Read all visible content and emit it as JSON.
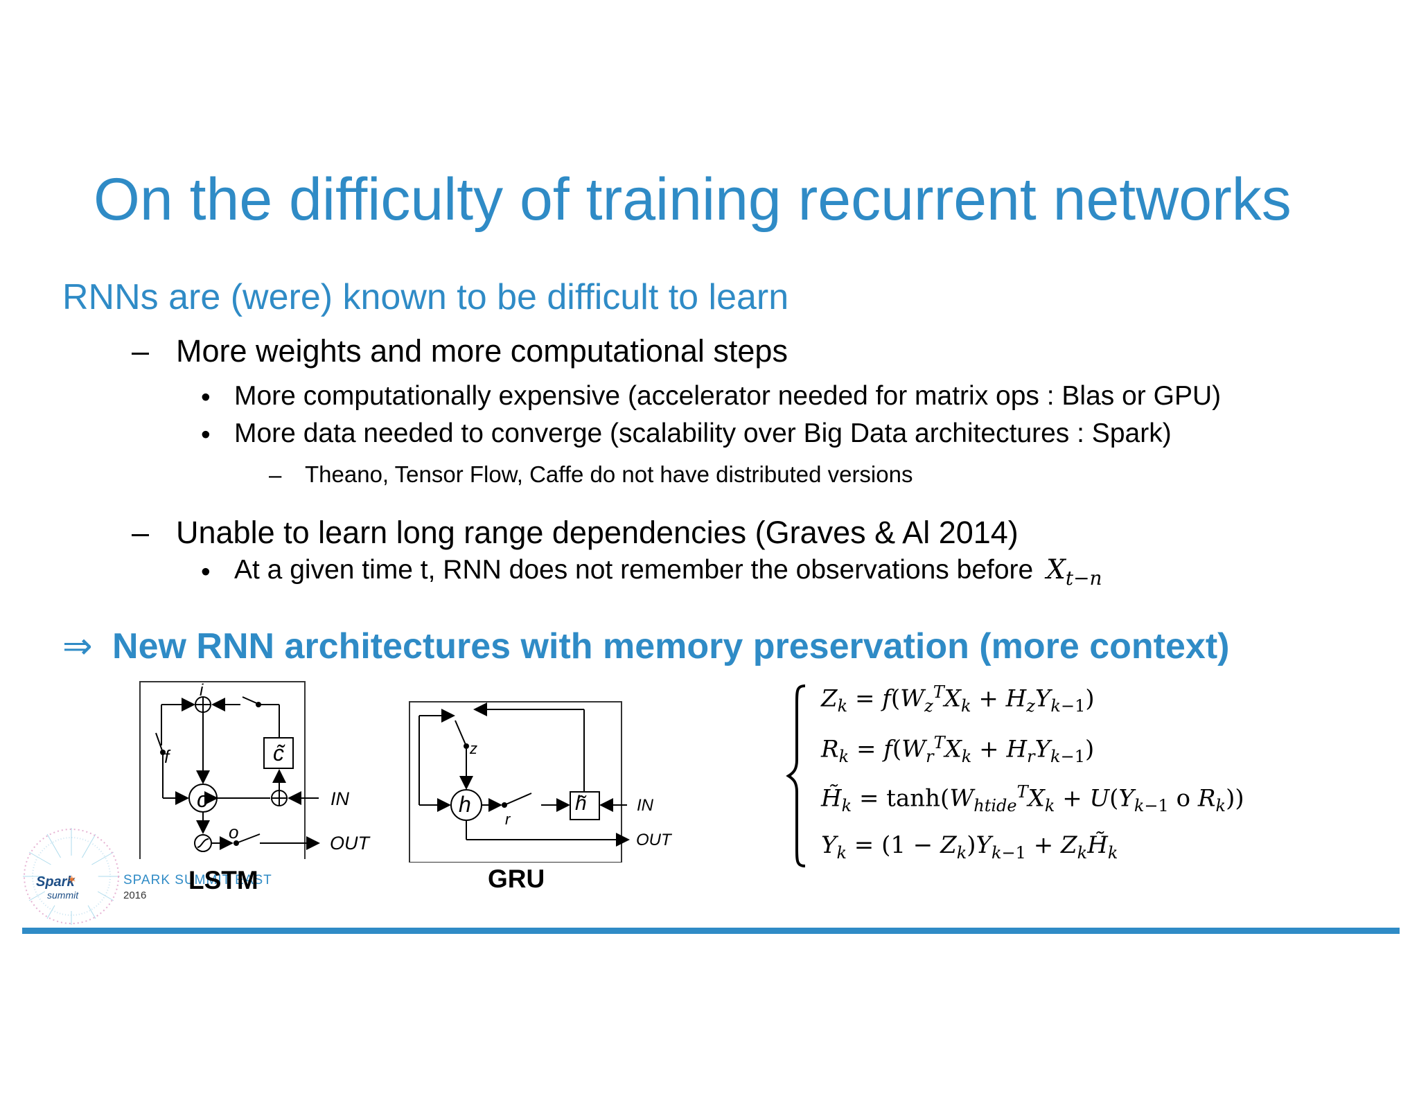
{
  "slide": {
    "title": "On the difficulty of training recurrent networks",
    "subtitle": "RNNs are (were) known to be difficult to learn",
    "bullets": {
      "dash1": "More weights and more computational steps",
      "dash1_b1": "More computationally expensive (accelerator needed for matrix ops : Blas or GPU)",
      "dash1_b2": "More data needed to converge (scalability over Big Data architectures : Spark)",
      "dash1_b2_d1": "Theano, Tensor Flow, Caffe do not have distributed versions",
      "dash2": "Unable to learn long range dependencies (Graves & Al 2014)",
      "dash2_b1": "At a given time t, RNN does not remember the observations before",
      "dash2_b1_math": "X",
      "dash2_b1_math_sub": "t−n"
    },
    "conclusion_arrow": "⇒",
    "conclusion": "New RNN architectures with memory preservation (more context)"
  },
  "diagrams": {
    "lstm": {
      "caption": "LSTM",
      "labels": {
        "i": "i",
        "f": "f",
        "c": "c",
        "o": "o",
        "in": "IN",
        "out": "OUT"
      }
    },
    "gru": {
      "caption": "GRU",
      "labels": {
        "z": "z",
        "h": "h",
        "r": "r",
        "h_tilde": "h",
        "in": "IN",
        "out": "OUT"
      }
    }
  },
  "equations": {
    "z": "Zₖ = f(W_z^T Xₖ + H_z Yₖ₋₁)",
    "r": "Rₖ = f(W_r^T Xₖ + H_r Yₖ₋₁)",
    "h": "H̃ₖ = tanh(W_htide^T Xₖ + U(Yₖ₋₁ o Rₖ))",
    "y": "Yₖ = (1 − Zₖ)Yₖ₋₁ + Zₖ H̃ₖ"
  },
  "logo": {
    "brand": "Spark",
    "brand_sub": "summit",
    "event": "SPARK SUMMIT EAST",
    "year": "2016"
  },
  "colors": {
    "accent": "#2f8bc6"
  }
}
